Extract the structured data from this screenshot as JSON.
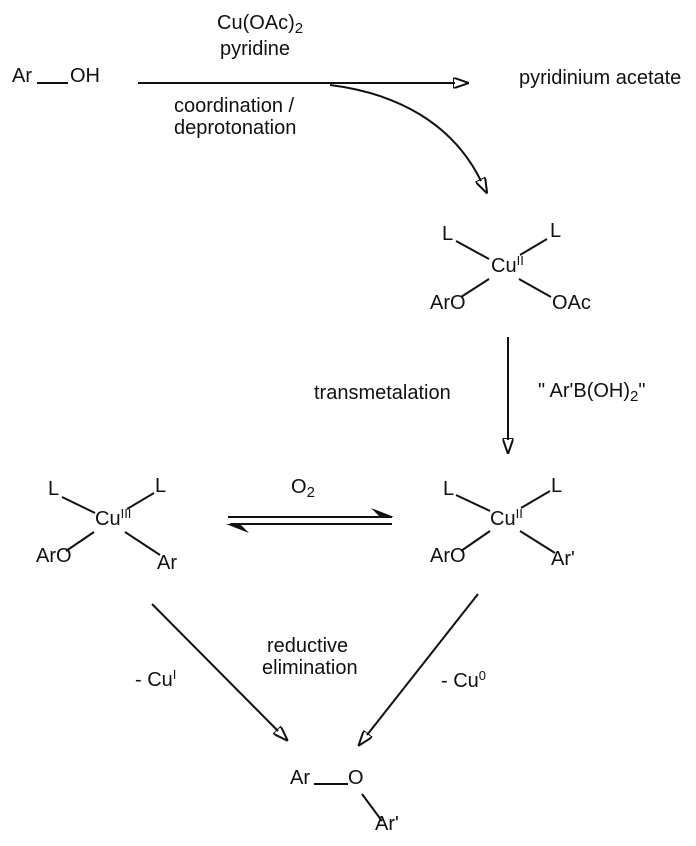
{
  "reaction": {
    "reactant": {
      "ar": "Ar",
      "oh": "OH"
    },
    "step1": {
      "reagent1": "Cu(OAc)",
      "reagent1_sub": "2",
      "reagent2": "pyridine",
      "condition1": "coordination /",
      "condition2": "deprotonation",
      "byproduct": "pyridinium acetate"
    },
    "step2": {
      "left_label": "transmetalation",
      "right_label_open": "\" Ar'B(OH)",
      "right_label_sub": "2",
      "right_label_close": "\""
    },
    "equilibrium": {
      "label": "O",
      "label_sub": "2"
    },
    "step3": {
      "label1": "reductive",
      "label2": "elimination",
      "left_loss": "- Cu",
      "left_loss_sup": "I",
      "right_loss": "- Cu",
      "right_loss_sup": "0"
    }
  },
  "complexes": {
    "a": {
      "l_tl": "L",
      "l_tr": "L",
      "metal": "Cu",
      "ox": "II",
      "bl": "ArO",
      "br": "OAc"
    },
    "b": {
      "l_tl": "L",
      "l_tr": "L",
      "metal": "Cu",
      "ox": "III",
      "bl": "ArO",
      "br": "Ar"
    },
    "c": {
      "l_tl": "L",
      "l_tr": "L",
      "metal": "Cu",
      "ox": "II",
      "bl": "ArO",
      "br": "Ar'"
    }
  },
  "product": {
    "ar": "Ar",
    "o": "O",
    "ar_prime": "Ar'"
  },
  "colors": {
    "ink": "#111111",
    "background": "#ffffff"
  }
}
